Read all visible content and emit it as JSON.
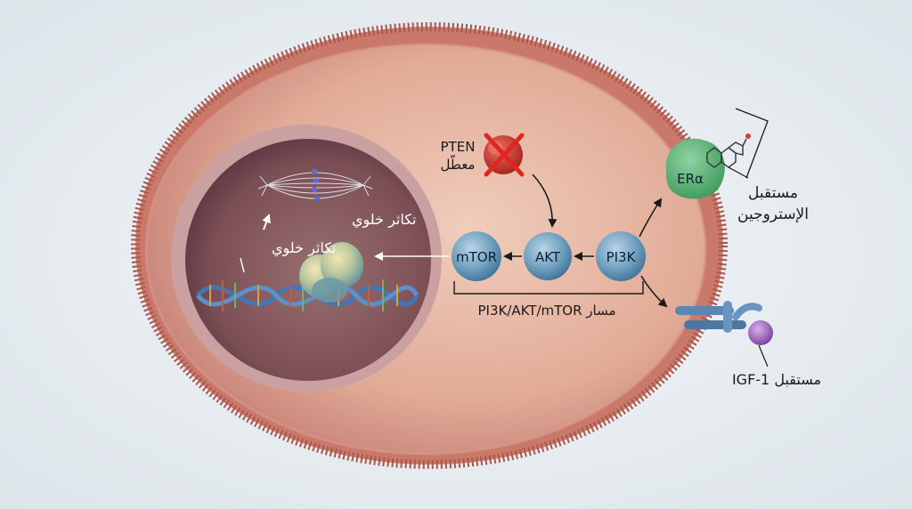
{
  "diagram": {
    "nodes": {
      "pi3k": "PI3K",
      "akt": "AKT",
      "mtor": "mTOR",
      "era": "ERα"
    },
    "labels": {
      "pten_name": "PTEN",
      "pten_status": "معطّل",
      "pathway": "مسار PI3K/AKT/mTOR",
      "estrogen_receptor_line1": "مستقبل",
      "estrogen_receptor_line2": "الإستروجين",
      "igf1_receptor": "مستقبل IGF-1",
      "proliferation_upper": "تكاثر خلوي",
      "proliferation_lower": "تكاثر خلوي"
    }
  }
}
